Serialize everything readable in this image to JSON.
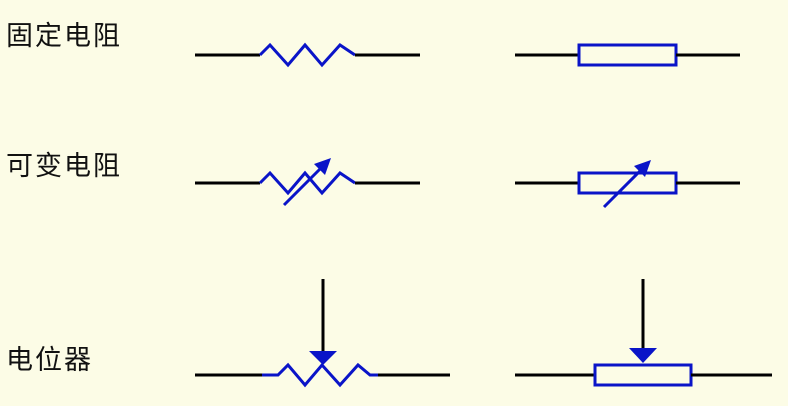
{
  "rows": [
    {
      "label": "固定电阻"
    },
    {
      "label": "可变电阻"
    },
    {
      "label": "电位器"
    }
  ],
  "colors": {
    "background": "#fcfce6",
    "wire": "#000000",
    "symbol": "#0a14c8",
    "label_text": "#111111"
  }
}
